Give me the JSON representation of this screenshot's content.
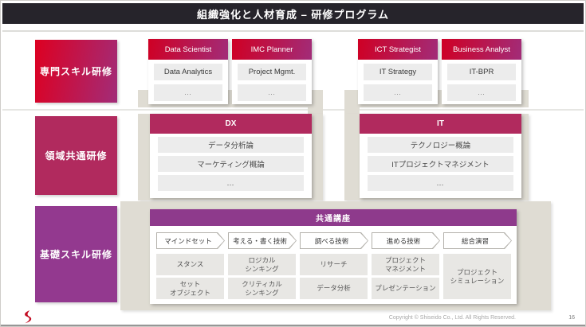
{
  "header": {
    "title": "組織強化と人材育成 – 研修プログラム"
  },
  "sidebar": {
    "specialized_label": "専門スキル研修",
    "domain_label": "領域共通研修",
    "basic_label": "基礎スキル研修"
  },
  "specialist_cards": [
    {
      "title": "Data Scientist",
      "items": [
        "Data Analytics",
        "…"
      ]
    },
    {
      "title": "IMC Planner",
      "items": [
        "Project Mgmt.",
        "…"
      ]
    },
    {
      "title": "ICT Strategist",
      "items": [
        "IT Strategy",
        "…"
      ]
    },
    {
      "title": "Business Analyst",
      "items": [
        "IT-BPR",
        "…"
      ]
    }
  ],
  "domain_cards": [
    {
      "title": "DX",
      "items": [
        "データ分析論",
        "マーケティング概論",
        "…"
      ]
    },
    {
      "title": "IT",
      "items": [
        "テクノロジー概論",
        "ITプロジェクトマネジメント",
        "…"
      ]
    }
  ],
  "common_section": {
    "title": "共通講座",
    "tabs": [
      "マインドセット",
      "考える・書く技術",
      "調べる技術",
      "進める技術",
      "総合演習"
    ],
    "cells": {
      "col0": [
        "スタンス",
        "セット\nオブジェクト"
      ],
      "col1": [
        "ロジカル\nシンキング",
        "クリティカル\nシンキング"
      ],
      "col2": [
        "リサーチ",
        "データ分析"
      ],
      "col3": [
        "プロジェクト\nマネジメント",
        "プレゼンテーション"
      ],
      "col4": [
        "プロジェクト\nシミュレーション"
      ]
    }
  },
  "footer": {
    "copyright": "Copyright © Shiseido Co., Ltd. All Rights Reserved.",
    "page_number": "16"
  },
  "colors": {
    "accent_gradient_start": "#dd0021",
    "accent_gradient_end": "#a22c78",
    "magenta": "#b12a5e",
    "purple": "#93398f",
    "purple_band": "#8e3a8c",
    "panel_beige": "#dfdcd3",
    "titlebar": "#26242b"
  }
}
